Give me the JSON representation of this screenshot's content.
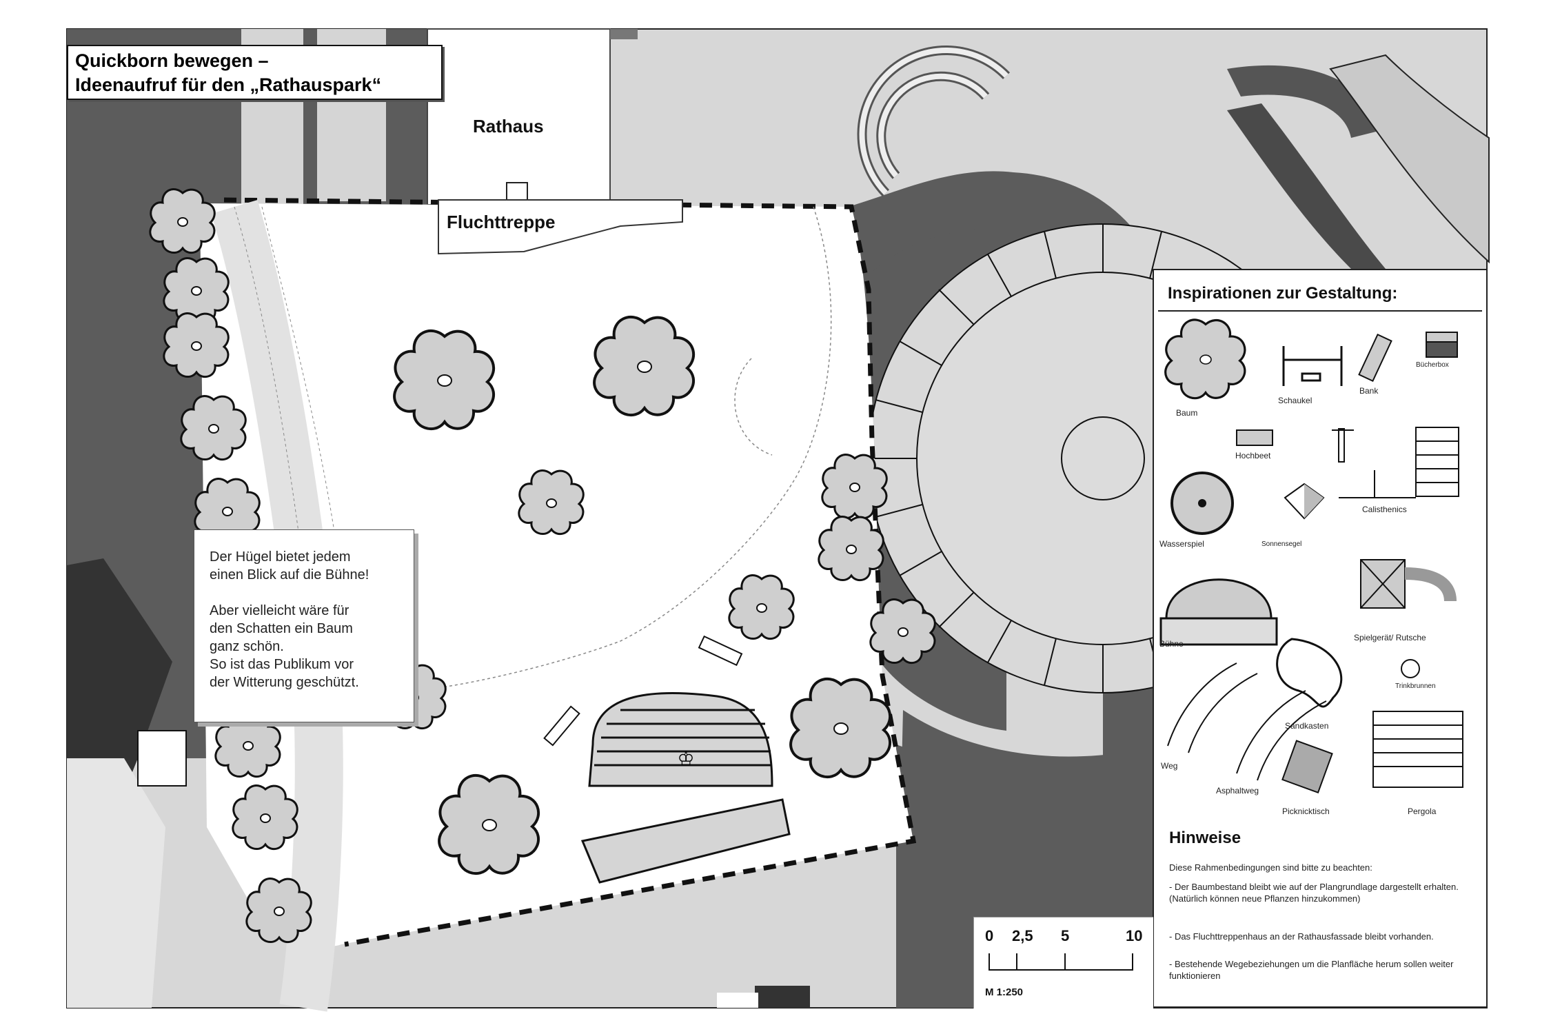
{
  "title": {
    "line1": "Quickborn bewegen –",
    "line2": "Ideenaufruf für den „Rathauspark“"
  },
  "labels": {
    "rathaus": "Rathaus",
    "fluchttreppe": "Fluchttreppe"
  },
  "callout": {
    "paragraph1_line1": "Der Hügel bietet jedem",
    "paragraph1_line2": "einen Blick auf die Bühne!",
    "paragraph2_line1": "Aber vielleicht wäre für",
    "paragraph2_line2": "den Schatten ein Baum",
    "paragraph2_line3": "ganz schön.",
    "paragraph2_line4": "So ist das Publikum vor",
    "paragraph2_line5": "der Witterung geschützt."
  },
  "legend": {
    "heading": "Inspirationen zur Gestaltung:",
    "items": {
      "baum": "Baum",
      "schaukel": "Schaukel",
      "bank": "Bank",
      "buecherbox": "Bücherbox",
      "hochbeet": "Hochbeet",
      "calisthenics": "Calisthenics",
      "wasserspiel": "Wasserspiel",
      "sonnensegel": "Sonnensegel",
      "buehne": "Bühne",
      "spielgeraet": "Spielgerät/ Rutsche",
      "trinkbrunnen": "Trinkbrunnen",
      "sandkasten": "Sandkasten",
      "weg": "Weg",
      "asphaltweg": "Asphaltweg",
      "picknicktisch": "Picknicktisch",
      "pergola": "Pergola"
    }
  },
  "hinweise": {
    "heading": "Hinweise",
    "intro": "Diese Rahmenbedingungen sind bitte zu beachten:",
    "point1": "- Der Baumbestand bleibt wie auf der Plangrundlage dargestellt erhalten. (Natürlich können neue Pflanzen hinzukommen)",
    "point2": "- Das Fluchttreppenhaus an der Rathausfassade bleibt vorhanden.",
    "point3": "- Bestehende Wegebeziehungen um die Planfläche herum sollen weiter funktionieren"
  },
  "scale": {
    "ticks": [
      "0",
      "2,5",
      "5",
      "10"
    ],
    "label": "M 1:250"
  },
  "colors": {
    "dark_area": "#5e5e5e",
    "light_area": "#d9d9d9",
    "tree_fill": "#cfcfcf",
    "plan_area": "#ffffff"
  }
}
